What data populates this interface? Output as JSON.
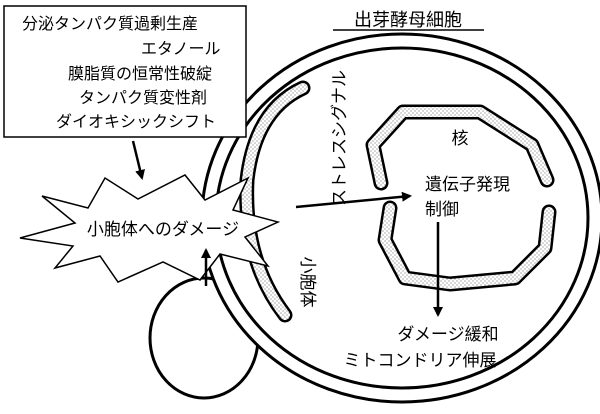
{
  "title": "出芽酵母細胞",
  "stress_box": {
    "lines": [
      "分泌タンパク質過剰生産",
      "エタノール",
      "膜脂質の恒常性破綻",
      "タンパク質変性剤",
      "ダイオキシックシフト"
    ]
  },
  "burst_label": "小胞体へのダメージ",
  "stress_signal_label": "ストレスシグナル",
  "er_label": "小胞体",
  "nucleus_label": "核",
  "gene_expression": [
    "遺伝子発現",
    "制御"
  ],
  "outcome": [
    "ダメージ緩和",
    "ミトコンドリア伸展"
  ]
}
